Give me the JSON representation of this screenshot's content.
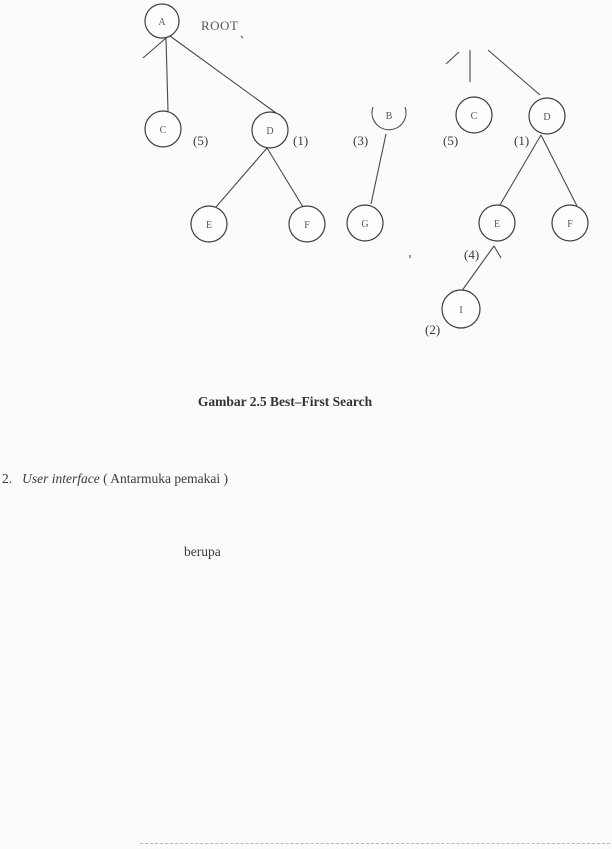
{
  "figure": {
    "root_label": "ROOT",
    "tree1": {
      "nodes": {
        "a": "A",
        "c": "C",
        "d": "D",
        "e": "E",
        "f": "F"
      },
      "annotations": {
        "c": "(5)",
        "d": "(1)"
      }
    },
    "tree2": {
      "nodes": {
        "b": "B",
        "g": "G"
      },
      "annotations": {
        "b": "(3)"
      }
    },
    "tree3": {
      "nodes": {
        "c": "C",
        "d": "D",
        "e": "E",
        "f": "F",
        "i": "I"
      },
      "annotations": {
        "c": "(5)",
        "d": "(1)",
        "e": "(4)",
        "i": "(2)"
      }
    },
    "caption": "Gambar 2.5 Best–First Search"
  },
  "section": {
    "number": "2.",
    "title_italic": "User interface",
    "title_rest": " ( Antarmuka pemakai )"
  },
  "body_word": "berupa"
}
